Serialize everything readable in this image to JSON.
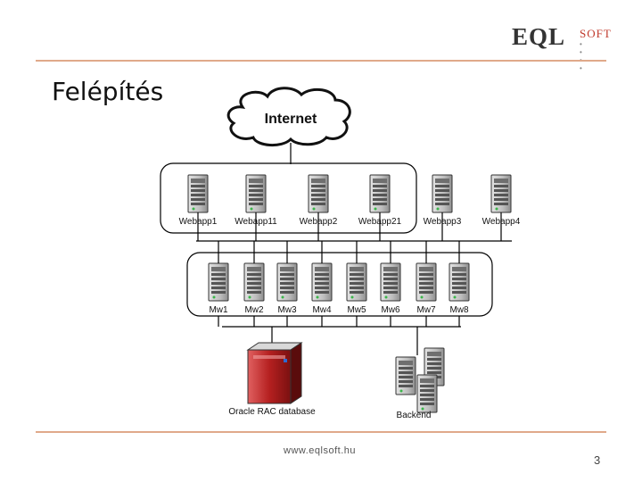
{
  "logo": {
    "main": "EQL",
    "sub": "SOFT",
    "dots": "• • • •"
  },
  "slide": {
    "title": "Felépítés",
    "footer_url": "www.eqlsoft.hu",
    "page_number": "3"
  },
  "diagram": {
    "internet_label": "Internet",
    "webapps": [
      "Webapp1",
      "Webapp11",
      "Webapp2",
      "Webapp21",
      "Webapp3",
      "Webapp4"
    ],
    "middleware": [
      "Mw1",
      "Mw2",
      "Mw3",
      "Mw4",
      "Mw5",
      "Mw6",
      "Mw7",
      "Mw8"
    ],
    "database_label": "Oracle RAC database",
    "backend_label": "Backend"
  }
}
